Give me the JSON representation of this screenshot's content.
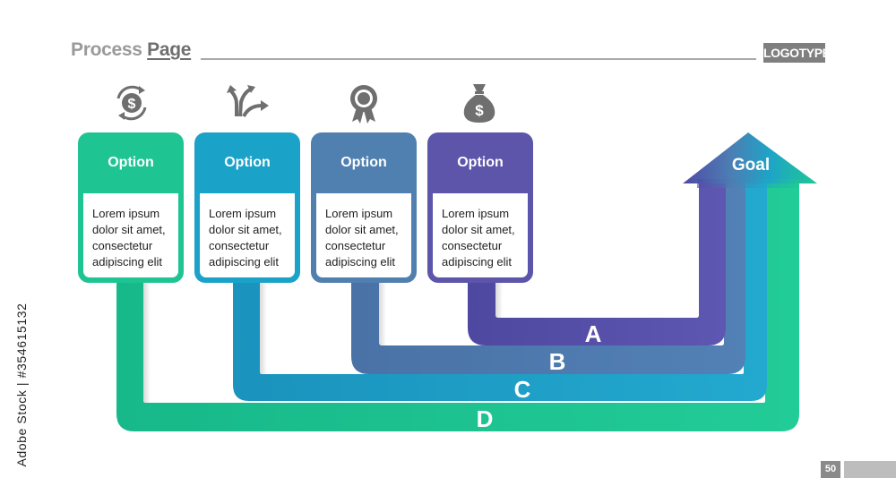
{
  "header": {
    "title_light": "Process ",
    "title_strong": "Page",
    "logo_text": "LOGOTYPE"
  },
  "icons": [
    "dollar-exchange-icon",
    "split-arrows-icon",
    "award-badge-icon",
    "money-bag-icon"
  ],
  "cards": [
    {
      "title": "Option",
      "lines": [
        "Lorem ipsum",
        "dolor sit amet,",
        "consectetur",
        "adipiscing elit"
      ],
      "color": "#1fc493"
    },
    {
      "title": "Option",
      "lines": [
        "Lorem ipsum",
        "dolor sit amet,",
        "consectetur",
        "adipiscing elit"
      ],
      "color": "#1ba2c8"
    },
    {
      "title": "Option",
      "lines": [
        "Lorem ipsum",
        "dolor sit amet,",
        "consectetur",
        "adipiscing elit"
      ],
      "color": "#4f80b0"
    },
    {
      "title": "Option",
      "lines": [
        "Lorem ipsum",
        "dolor sit amet,",
        "consectetur",
        "adipiscing elit"
      ],
      "color": "#5c55aa"
    }
  ],
  "paths": [
    {
      "label": "A",
      "color": "#5650a8"
    },
    {
      "label": "B",
      "color": "#4c79ac"
    },
    {
      "label": "C",
      "color": "#1f9ec3"
    },
    {
      "label": "D",
      "color": "#1ec592"
    }
  ],
  "goal_label": "Goal",
  "side_id": "Adobe Stock | #354615132",
  "page_number": "50"
}
